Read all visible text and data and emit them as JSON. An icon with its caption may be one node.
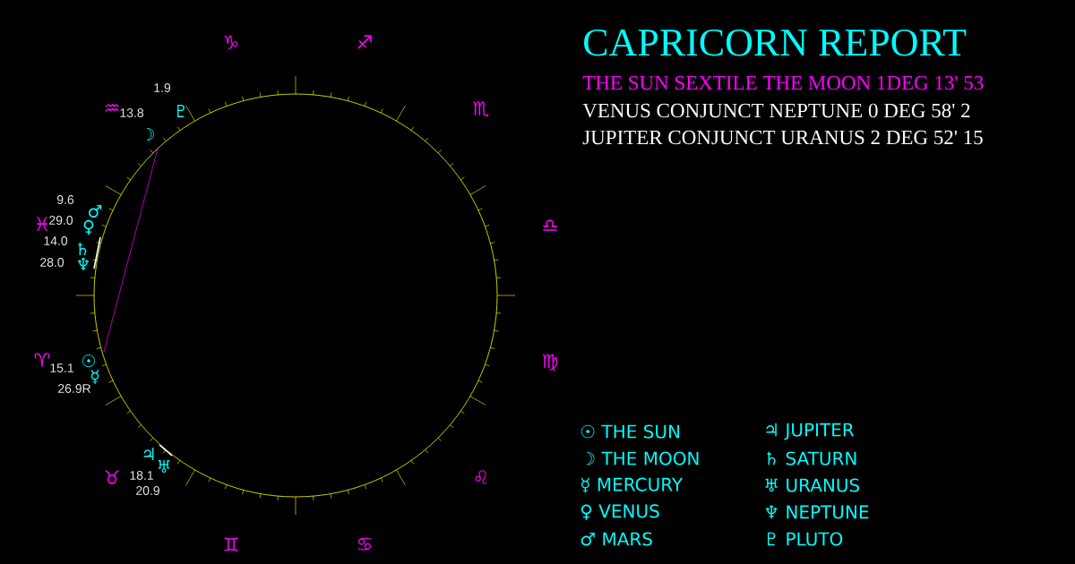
{
  "diagram": {
    "title": "CAPRICORN REPORT",
    "labels": [
      "THE SUN SEXTILE THE MOON 1DEG 13' 53",
      "VENUS CONJUNCT NEPTUNE 0 DEG 58' 2",
      "JUPITER CONJUNCT URANUS 2 DEG 52' 15",
      "♑",
      "♐",
      "1.9",
      "♏",
      "♒",
      "13.8",
      "♇",
      "☽",
      "9.6",
      "♂",
      "29.0",
      "♓",
      "♀",
      "♎",
      "14.0",
      "♄",
      "28.0",
      "♆",
      "♈",
      "☉",
      "♍",
      "15.1",
      "☿",
      "26.9R",
      "♃",
      "♅",
      "♉",
      "18.1",
      "♌",
      "20.9",
      "♊",
      "♋"
    ],
    "legend": [
      {
        "text": "☉ THE SUN"
      },
      {
        "text": "☽ THE MOON"
      },
      {
        "text": "☿ MERCURY"
      },
      {
        "text": "♀ VENUS"
      },
      {
        "text": "♂ MARS"
      },
      {
        "text": "♃ JUPITER"
      },
      {
        "text": "♄ SATURN"
      },
      {
        "text": "♅ URANUS"
      },
      {
        "text": "♆ NEPTUNE"
      },
      {
        "text": "♇ PLUTO"
      }
    ]
  }
}
